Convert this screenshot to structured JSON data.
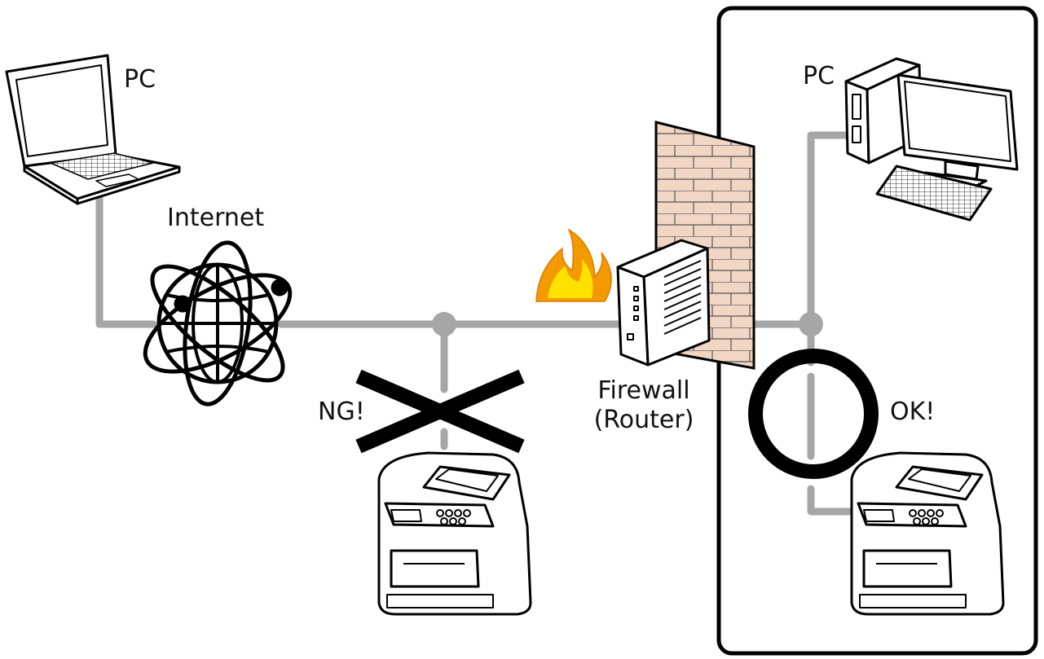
{
  "labels": {
    "pc_left": "PC",
    "internet": "Internet",
    "ng": "NG!",
    "firewall_line1": "Firewall",
    "firewall_line2": "(Router)",
    "pc_right": "PC",
    "ok": "OK!"
  },
  "colors": {
    "cable": "#a6a6a6",
    "wall_fill": "#f1d6c4",
    "flame_outer": "#f39a00",
    "flame_inner": "#ffe100",
    "stroke": "#000000"
  },
  "icons": [
    "laptop-icon",
    "globe-icon",
    "printer-icon",
    "flame-icon",
    "router-icon",
    "brick-wall-icon",
    "desktop-pc-icon",
    "cross-mark-icon",
    "circle-mark-icon"
  ]
}
